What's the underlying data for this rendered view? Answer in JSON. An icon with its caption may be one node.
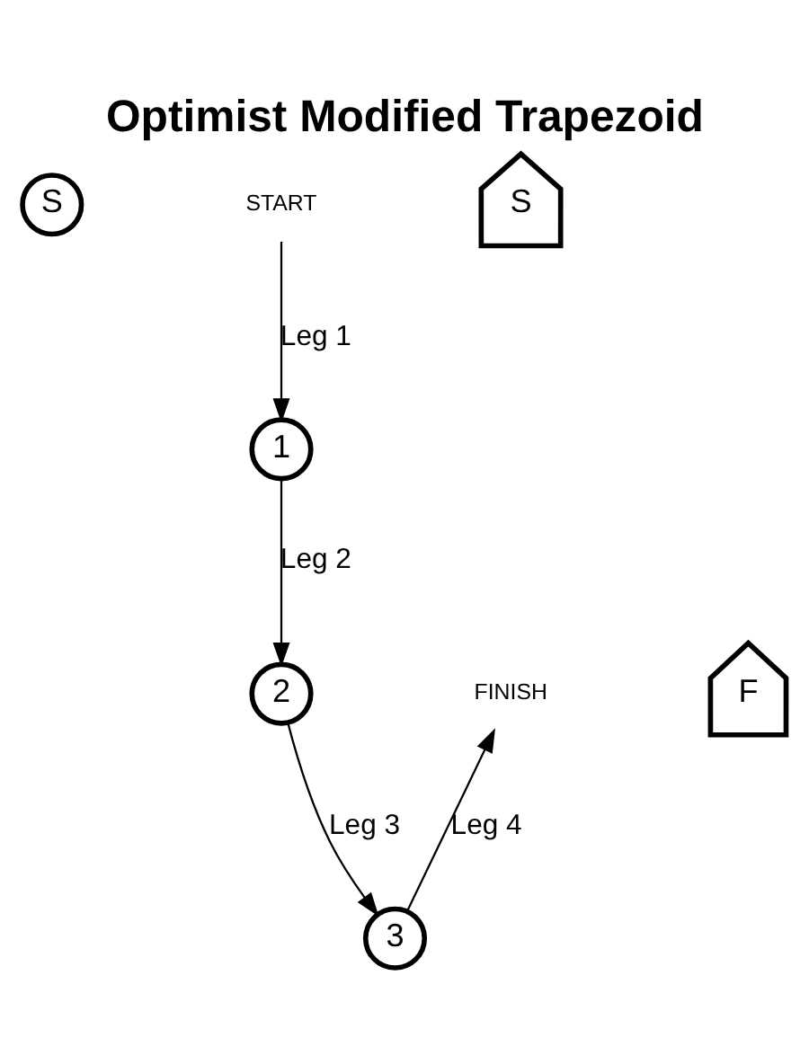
{
  "diagram": {
    "title": "Optimist Modified Trapezoid",
    "nodes": [
      {
        "text": [
          "1"
        ]
      },
      {
        "text": [
          "2"
        ]
      },
      {
        "text": [
          "FINISH"
        ]
      },
      {
        "text": [
          "F"
        ]
      },
      {
        "text": [
          "3"
        ]
      },
      {
        "text": [
          "S"
        ]
      },
      {
        "text": [
          "START"
        ]
      },
      {
        "text": [
          "S"
        ]
      }
    ],
    "edges": [
      {
        "from": 6,
        "to": 0,
        "arrow": "to",
        "label": "Leg 1"
      },
      {
        "from": 0,
        "to": 1,
        "arrow": "to",
        "label": "Leg 2"
      },
      {
        "from": 1,
        "to": 4,
        "arrow": "to",
        "label": "Leg 3"
      },
      {
        "from": 4,
        "to": 2,
        "arrow": "to",
        "label": "Leg 4"
      }
    ]
  }
}
